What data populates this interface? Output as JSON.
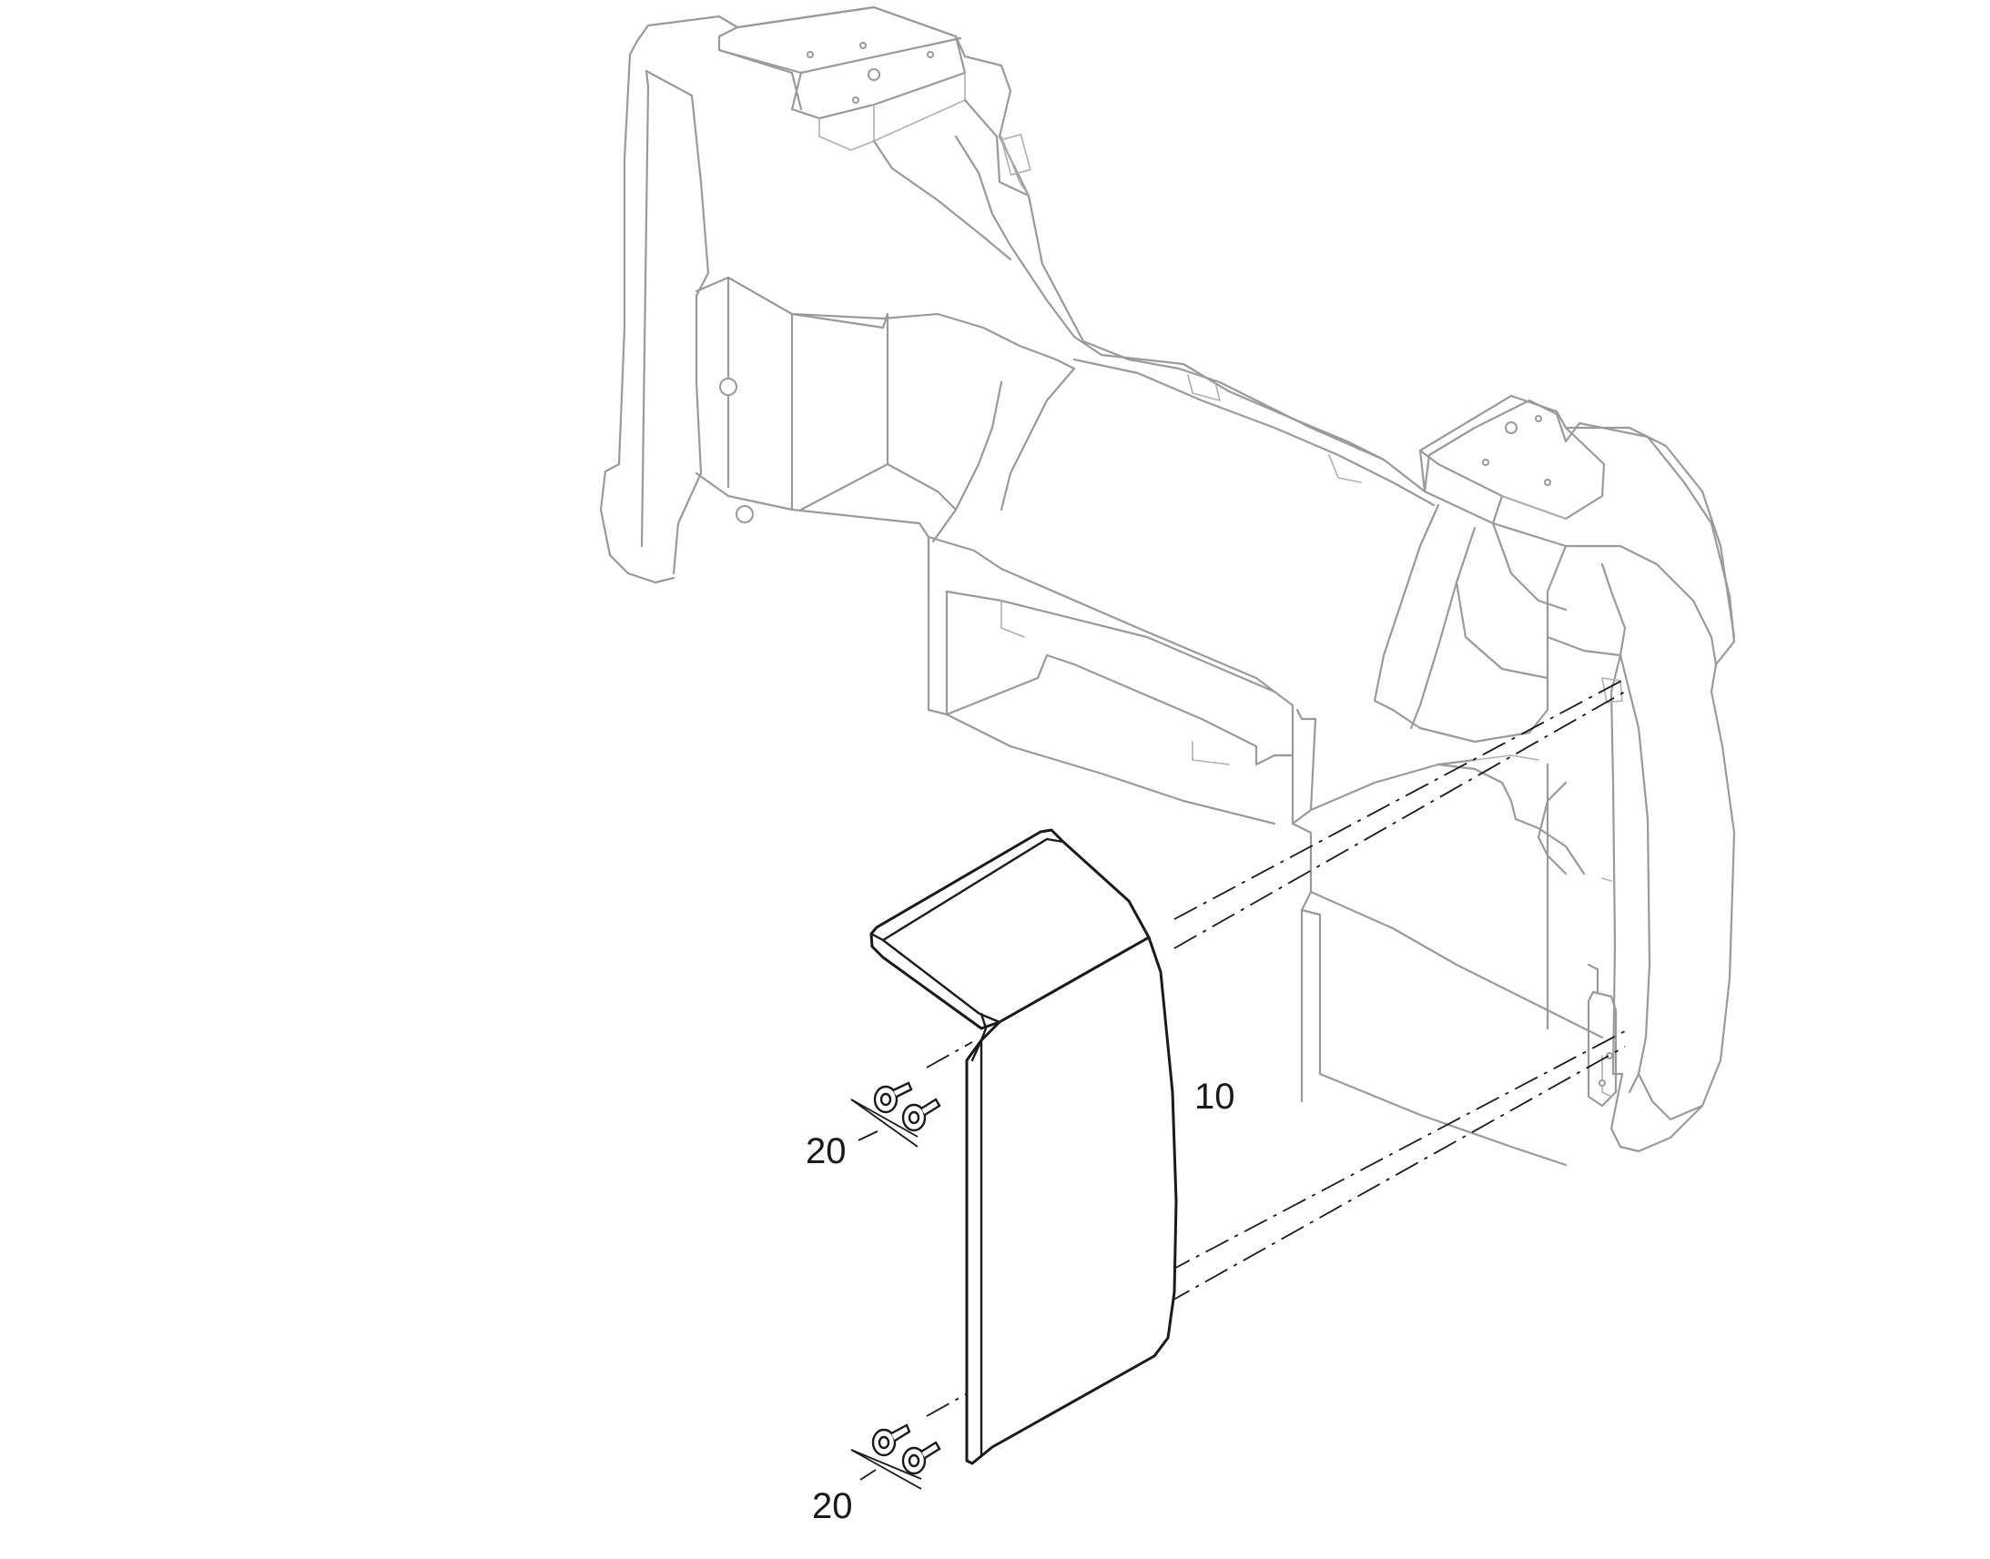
{
  "callouts": {
    "cover": "10",
    "bolts_upper": "20",
    "bolts_lower": "20"
  }
}
